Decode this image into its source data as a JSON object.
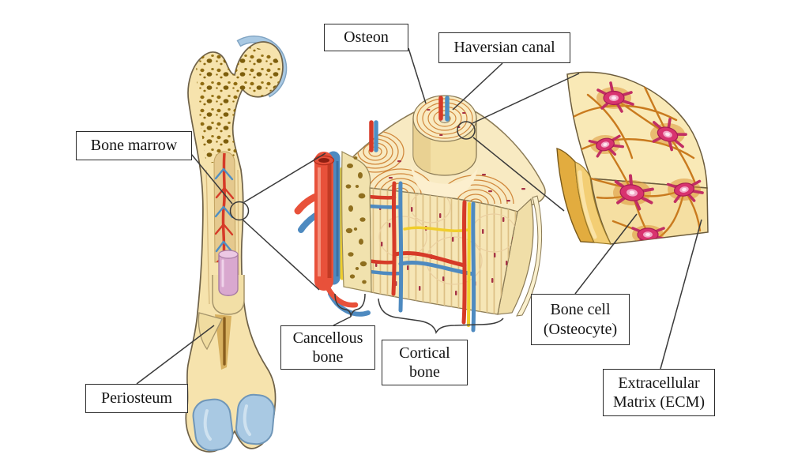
{
  "figure": {
    "type": "anatomical-diagram",
    "subject": "bone-structure",
    "background": "#ffffff"
  },
  "labels": {
    "osteon": {
      "lines": [
        "Osteon"
      ]
    },
    "haversian_canal": {
      "lines": [
        "Haversian canal"
      ]
    },
    "bone_marrow": {
      "lines": [
        "Bone marrow"
      ]
    },
    "periosteum": {
      "lines": [
        "Periosteum"
      ]
    },
    "cancellous_bone": {
      "lines": [
        "Cancellous",
        "bone"
      ]
    },
    "cortical_bone": {
      "lines": [
        "Cortical",
        "bone"
      ]
    },
    "bone_cell": {
      "lines": [
        "Bone cell",
        "(Osteocyte)"
      ]
    },
    "ecm": {
      "lines": [
        "Extracellular",
        "Matrix (ECM)"
      ]
    }
  },
  "colors": {
    "bone_cream": "#F6E3AD",
    "bone_outline": "#6E6148",
    "cartilage_blue": "#A9C9E3",
    "artery_red": "#E8513A",
    "vein_blue": "#4E8AC0",
    "nerve_yellow": "#F0CE2C",
    "marrow_vessel_red": "#D63A28",
    "marrow_pink": "#D9A8CF",
    "speckle_brown": "#8F6B10",
    "osteocyte_magenta": "#D8336F",
    "canaliculi_orange": "#C97A1E",
    "leader_line": "#3A3A3A"
  }
}
